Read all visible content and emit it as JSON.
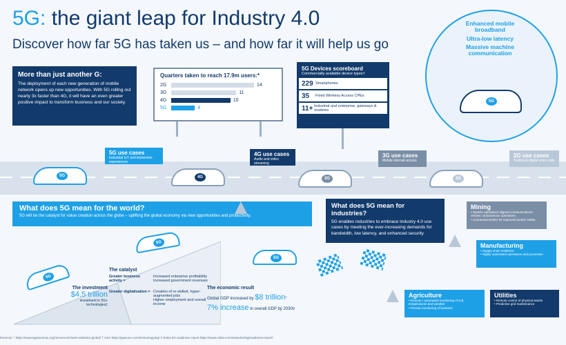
{
  "header": {
    "title_lead": "5G:",
    "title_rest": " the giant leap for Industry 4.0",
    "subtitle": "Discover how far 5G has taken us – and how far it will help us go"
  },
  "intro": {
    "heading": "More than just another G:",
    "body": "The deployment of each new generation of mobile network opens up new opportunities. With 5G rolling out nearly 3x faster than 4G, it will have an even greater positive impact to transform business and our society."
  },
  "quarters": {
    "title": "Quarters taken to reach 17.9m users:*",
    "rows": [
      {
        "g": "2G",
        "v": 14
      },
      {
        "g": "3G",
        "v": 11
      },
      {
        "g": "4G",
        "v": 10
      },
      {
        "g": "5G",
        "v": 4
      }
    ],
    "colors": {
      "2G": "#d4dde7",
      "3G": "#d4dde7",
      "4G": "#123a6b",
      "5G": "#1ea0e6"
    }
  },
  "scoreboard": {
    "title": "5G Devices scoreboard",
    "subtitle": "Commercially available device types†",
    "rows": [
      {
        "n": "229",
        "t": "Smartphones"
      },
      {
        "n": "35",
        "t": "Fixed Wireless Access CPEs"
      },
      {
        "n": "11+",
        "t": "Industrial and enterprise, gateways & modems"
      }
    ]
  },
  "benefits": [
    "Enhanced mobile broadband",
    "Ultra-low latency",
    "Massive machine communication"
  ],
  "hero_car_badge": "5G",
  "signs": [
    {
      "title": "5G use cases",
      "sub": "Industrial IoT and immersive experiences"
    },
    {
      "title": "4G use cases",
      "sub": "Audio and video streaming"
    },
    {
      "title": "3G use cases",
      "sub": "Mobile internet access"
    },
    {
      "title": "2G use cases",
      "sub": "Texting & digital voice calls"
    }
  ],
  "cars": [
    "5G",
    "4G",
    "3G",
    "2G",
    "5G",
    "5G",
    "5G"
  ],
  "world": {
    "heading": "What does 5G mean for the world?",
    "body": "5G will be the catalyst for value creation across the globe – uplifting the global economy via new opportunities and productivity."
  },
  "industries": {
    "heading": "What does 5G mean for industries?",
    "body": "5G enables industries to embrace Industry 4.0 use cases by meeting the ever-increasing demands for bandwidth, low latency, and enhanced security"
  },
  "investment": {
    "label": "The investment",
    "amount": "$4.5 trillion",
    "note": "investment in 5G+ technologies‡"
  },
  "catalyst": {
    "heading": "The catalyst",
    "business_label": "Greater business activity =",
    "business_items": [
      "Increased enterprise profitability",
      "Increased government revenues"
    ],
    "digital_label": "Greater digitalization =",
    "digital_items": [
      "Creation of re-skilled, hyper-augmented jobs",
      "Higher employment and overall income"
    ]
  },
  "economic": {
    "heading": "The economic result",
    "line1_pre": "Global GDP increased by ",
    "line1_val": "$8 trillion",
    "line1_post": "°",
    "line2_val": "7% increase",
    "line2_post": " in overall GDP by 2030¤"
  },
  "industry_signs": [
    {
      "title": "Mining",
      "items": [
        "• System operations aligned communications: remote / autonomous operations",
        "• Connected worker for improved worker safety"
      ]
    },
    {
      "title": "Manufacturing",
      "items": [
        "• Supply chain resilience",
        "• Highly automated operations and processes"
      ]
    },
    {
      "title": "Agriculture",
      "items": [
        "• Remote / automated monitoring of soil, temperatures and weather",
        "• Precise monitoring of livestock"
      ]
    },
    {
      "title": "Utilities",
      "items": [
        "• Remote control of physical assets",
        "• Predictive grid maintenance"
      ]
    }
  ],
  "footer": "ferences: * https://www.5gamericas.org/resources/charts-statistics-global/   † GSA https://gsacom.com/technology/5g/   ‡ Nokia 5G readiness report https://www.nokia.com/networks/5g/readiness-report/"
}
